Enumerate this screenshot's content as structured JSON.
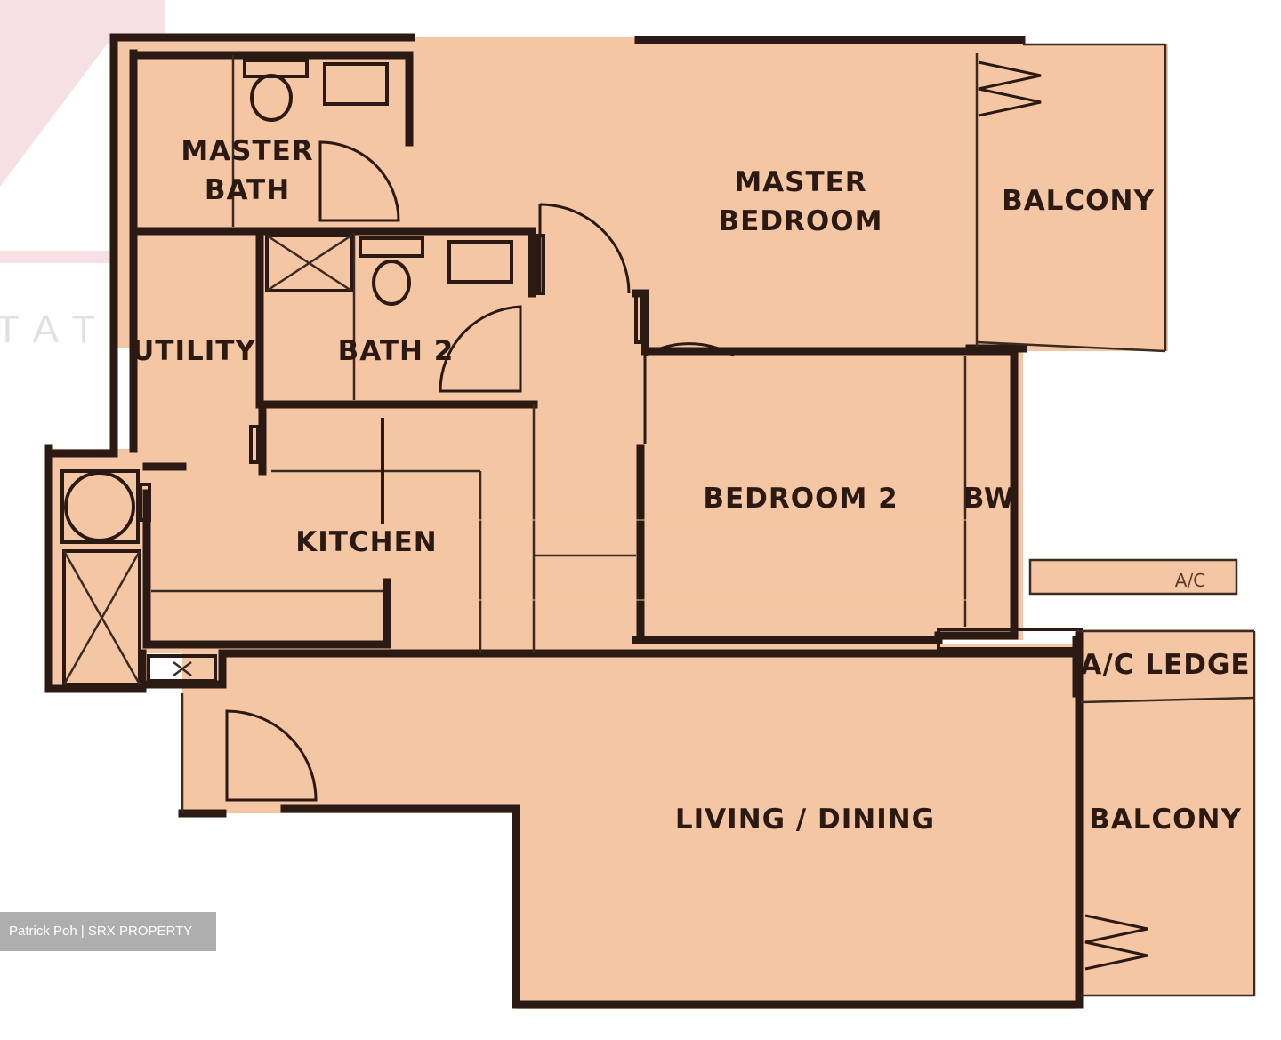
{
  "rooms": {
    "master_bath": [
      "MASTER",
      "BATH"
    ],
    "master_bedroom": [
      "MASTER",
      "BEDROOM"
    ],
    "balcony_top": "BALCONY",
    "utility": "UTILITY",
    "bath_2": "BATH 2",
    "kitchen": "KITCHEN",
    "bedroom_2": "BEDROOM 2",
    "bw": "BW",
    "ac": "A/C",
    "ac_ledge": "A/C LEDGE",
    "living_dining": "LIVING / DINING",
    "balcony_bottom": "BALCONY"
  },
  "watermark": {
    "text": "TATE"
  },
  "credit": "Patrick Poh | SRX PROPERTY",
  "colors": {
    "floor": "#f5c6a3",
    "wall": "#2b1a14"
  }
}
